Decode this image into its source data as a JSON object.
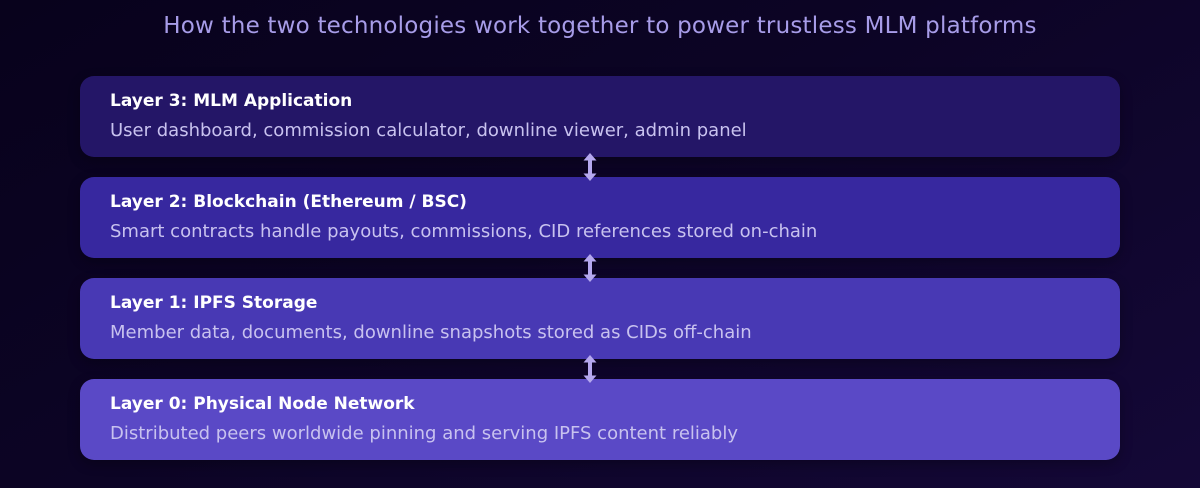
{
  "title": "How the two technologies work together to power trustless MLM platforms",
  "layers": [
    {
      "title": "Layer 3: MLM Application",
      "description": "User dashboard, commission calculator, downline viewer, admin panel",
      "color": "#241667"
    },
    {
      "title": "Layer 2: Blockchain (Ethereum / BSC)",
      "description": "Smart contracts handle payouts, commissions, CID references stored on-chain",
      "color": "#37289f"
    },
    {
      "title": "Layer 1: IPFS Storage",
      "description": "Member data, documents, downline snapshots stored as CIDs off-chain",
      "color": "#4839b4"
    },
    {
      "title": "Layer 0: Physical Node Network",
      "description": "Distributed peers worldwide pinning and serving IPFS content reliably",
      "color": "#5a49c6"
    }
  ],
  "connector": {
    "icon": "double-arrow-vertical",
    "color": "#b5a8ef"
  },
  "theme": {
    "title_color": "#a79ce8",
    "layer_title_color": "#ffffff",
    "layer_description_color": "#c8c2ef",
    "background_dark": "#08021c",
    "background_light": "#140837"
  }
}
